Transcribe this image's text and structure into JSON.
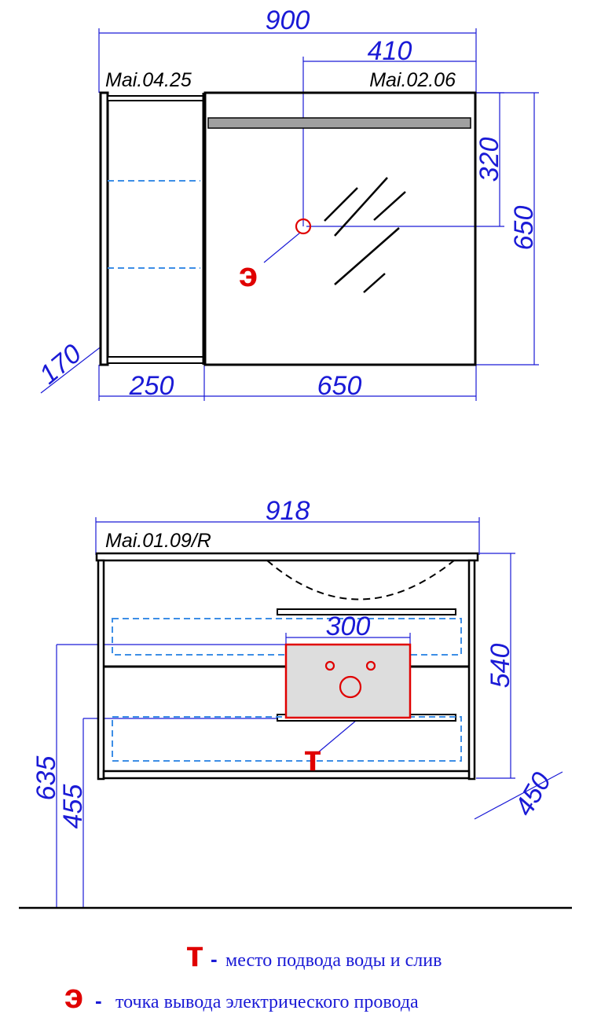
{
  "colors": {
    "dimension": "#1a1ad6",
    "marker": "#e00000",
    "outline": "#000000",
    "panel_fill": "#dddddd",
    "bar_fill": "#a0a0a0",
    "hidden_lines": "#3d8ee6"
  },
  "top_view": {
    "labels": {
      "shelf_model": "Mai.04.25",
      "mirror_model": "Mai.02.06"
    },
    "dimensions": {
      "overall_width": "900",
      "outlet_offset": "410",
      "outlet_height": "320",
      "overall_height": "650",
      "depth": "170",
      "shelf_width": "250",
      "mirror_width": "650"
    },
    "outlet_marker": "э"
  },
  "bottom_view": {
    "labels": {
      "vanity_model": "Mai.01.09/R"
    },
    "dimensions": {
      "top_width": "918",
      "panel_width": "300",
      "cabinet_height": "540",
      "depth": "450",
      "upper_height": "635",
      "lower_height": "455"
    },
    "water_marker": "т"
  },
  "legend": [
    {
      "symbol": "т",
      "dash": "-",
      "text": "место подвода воды и слив"
    },
    {
      "symbol": "э",
      "dash": "-",
      "text": "точка вывода электрического провода"
    }
  ]
}
